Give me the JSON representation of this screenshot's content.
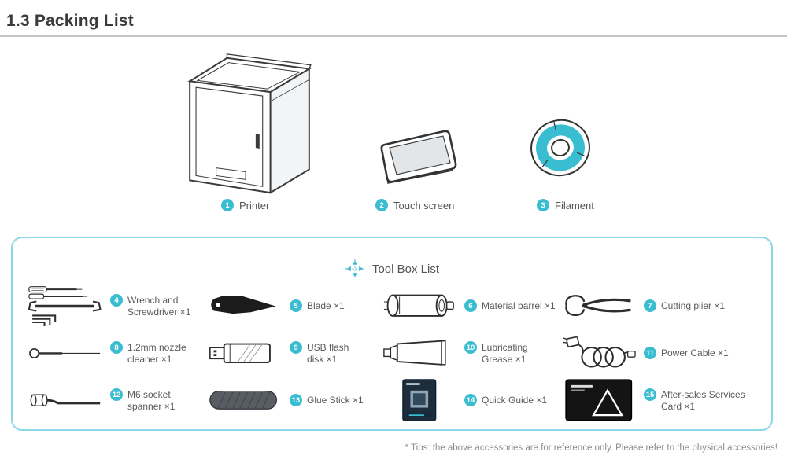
{
  "colors": {
    "accent": "#3bbdd1",
    "panel_border": "#8fd7e8"
  },
  "page": {
    "title": "1.3 Packing List",
    "tips": "* Tips: the above accessories are for reference only. Please refer to the physical accessories!"
  },
  "main_items": [
    {
      "num": "1",
      "label": "Printer"
    },
    {
      "num": "2",
      "label": "Touch screen"
    },
    {
      "num": "3",
      "label": "Filament"
    }
  ],
  "toolbox": {
    "title": "Tool Box List",
    "items": [
      {
        "num": "4",
        "label": "Wrench and\nScrewdriver  ×1"
      },
      {
        "num": "5",
        "label": "Blade  ×1"
      },
      {
        "num": "6",
        "label": "Material barrel  ×1"
      },
      {
        "num": "7",
        "label": "Cutting plier  ×1"
      },
      {
        "num": "8",
        "label": "1.2mm nozzle\ncleaner  ×1"
      },
      {
        "num": "9",
        "label": "USB flash\ndisk  ×1"
      },
      {
        "num": "10",
        "label": "Lubricating\nGrease  ×1"
      },
      {
        "num": "11",
        "label": "Power Cable  ×1"
      },
      {
        "num": "12",
        "label": "M6 socket\nspanner  ×1"
      },
      {
        "num": "13",
        "label": "Glue Stick  ×1"
      },
      {
        "num": "14",
        "label": "Quick Guide  ×1"
      },
      {
        "num": "15",
        "label": "After-sales Services\nCard  ×1"
      }
    ]
  }
}
